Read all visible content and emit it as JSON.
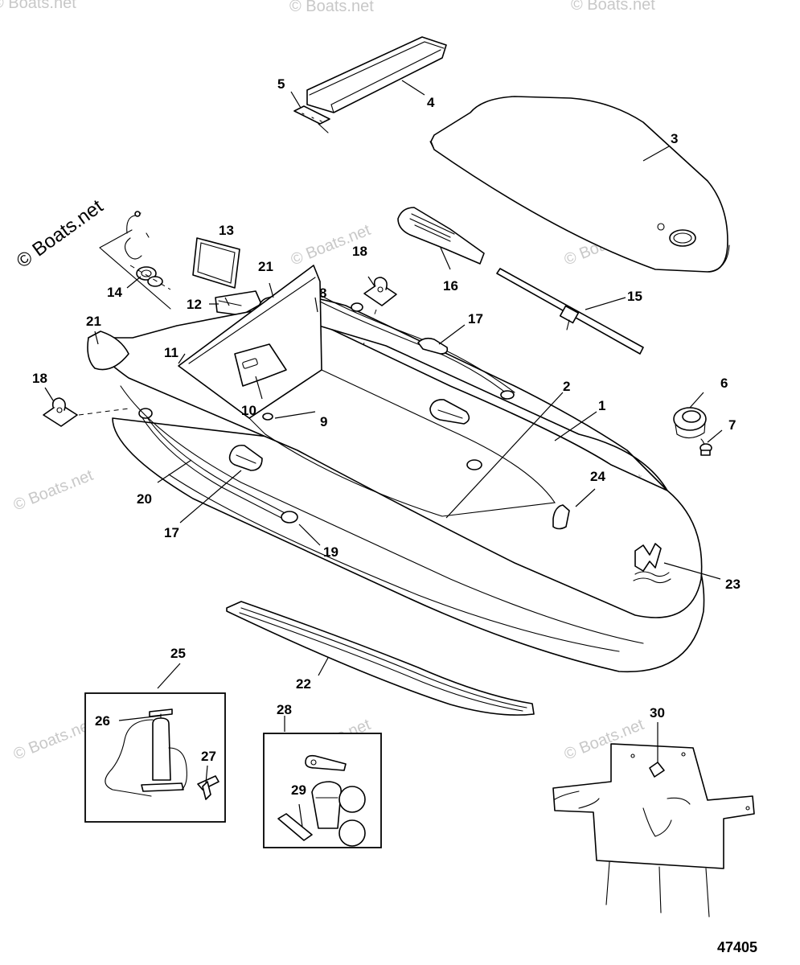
{
  "diagram": {
    "figure_number": "47405",
    "watermark_primary": "© Boats.net",
    "watermark_faint": "© Boats.net",
    "callouts": {
      "c1": "1",
      "c2": "2",
      "c3": "3",
      "c4": "4",
      "c5": "5",
      "c6": "6",
      "c7": "7",
      "c8": "8",
      "c9": "9",
      "c10": "10",
      "c11": "11",
      "c12": "12",
      "c13": "13",
      "c14": "14",
      "c15": "15",
      "c16": "16",
      "c17a": "17",
      "c17b": "17",
      "c18a": "18",
      "c18b": "18",
      "c19": "19",
      "c20": "20",
      "c21a": "21",
      "c21b": "21",
      "c22": "22",
      "c23": "23",
      "c24": "24",
      "c25": "25",
      "c26": "26",
      "c27": "27",
      "c28": "28",
      "c29": "29",
      "c30": "30"
    }
  }
}
